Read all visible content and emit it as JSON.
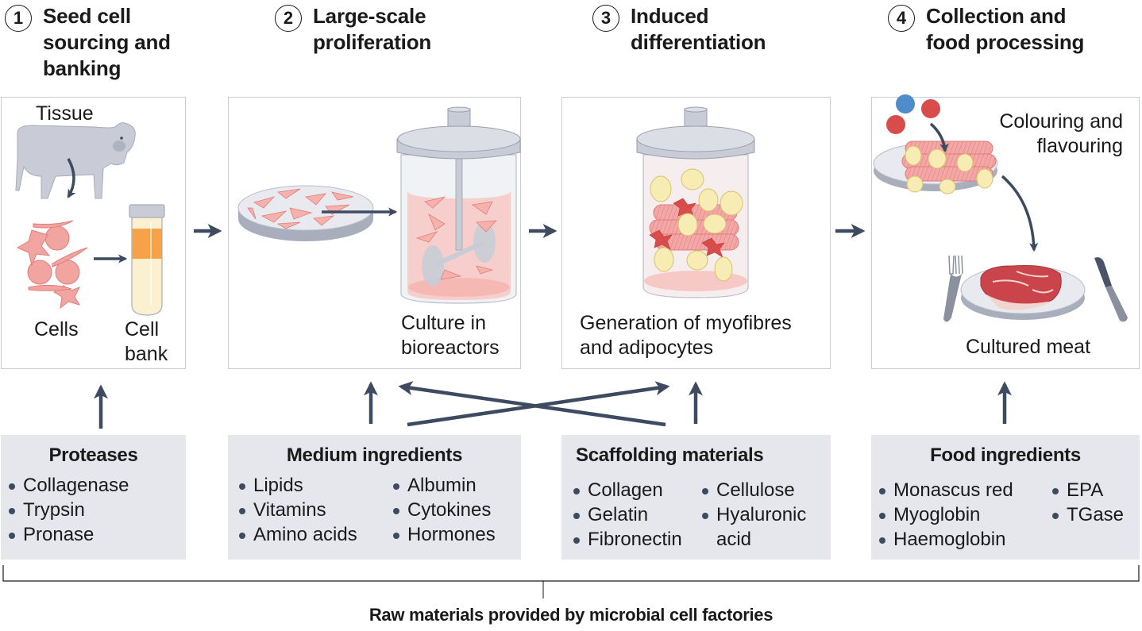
{
  "steps": [
    {
      "number": "1",
      "title_lines": [
        "Seed cell",
        "sourcing and",
        "banking"
      ]
    },
    {
      "number": "2",
      "title_lines": [
        "Large-scale",
        "proliferation"
      ]
    },
    {
      "number": "3",
      "title_lines": [
        "Induced",
        "differentiation"
      ]
    },
    {
      "number": "4",
      "title_lines": [
        "Collection and",
        "food processing"
      ]
    }
  ],
  "panels": {
    "seed": {
      "tissue_label": "Tissue",
      "cells_label": "Cells",
      "cell_bank_label_1": "Cell",
      "cell_bank_label_2": "bank"
    },
    "proliferation": {
      "label_1": "Culture in",
      "label_2": "bioreactors"
    },
    "differentiation": {
      "label_1": "Generation of myofibres",
      "label_2": "and adipocytes"
    },
    "processing": {
      "colouring_label_1": "Colouring and",
      "colouring_label_2": "flavouring",
      "meat_label": "Cultured meat"
    }
  },
  "ingredients": [
    {
      "title": "Proteases",
      "columns": [
        [
          "Collagenase",
          "Trypsin",
          "Pronase"
        ]
      ]
    },
    {
      "title": "Medium ingredients",
      "columns": [
        [
          "Lipids",
          "Vitamins",
          "Amino acids"
        ],
        [
          "Albumin",
          "Cytokines",
          "Hormones"
        ]
      ]
    },
    {
      "title": "Scaffolding materials",
      "columns": [
        [
          "Collagen",
          "Gelatin",
          "Fibronectin"
        ],
        [
          "Cellulose",
          "Hyaluronic",
          "acid"
        ]
      ]
    },
    {
      "title": "Food ingredients",
      "columns": [
        [
          "Monascus red",
          "Myoglobin",
          "Haemoglobin"
        ],
        [
          "EPA",
          "TGase"
        ]
      ]
    }
  ],
  "footer": {
    "label": "Raw materials provided by microbial cell factories"
  },
  "colors": {
    "arrow": "#3d4a60",
    "panel_border": "#c8ccd4",
    "ingredient_bg": "#e6e7ec",
    "cell_pink": "#f2a5a0",
    "fat_yellow": "#f8ecb5",
    "meat_red": "#c9454b"
  }
}
